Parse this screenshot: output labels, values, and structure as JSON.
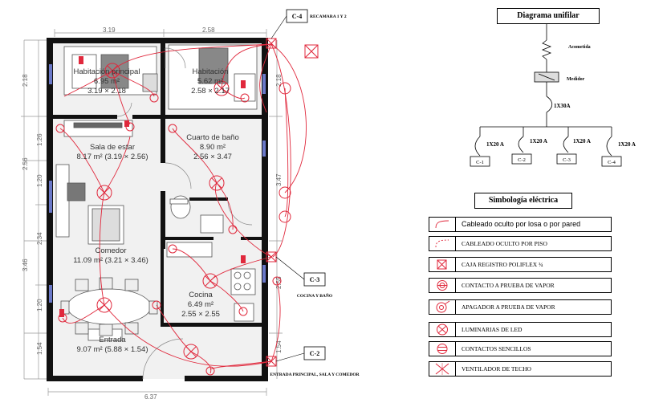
{
  "plan": {
    "dims_top": [
      "3.19",
      "2.58"
    ],
    "dims_left": [
      "2.18",
      "1.26",
      "2.56",
      "1.20",
      "2.34",
      "3.46",
      "1.20",
      "1.54"
    ],
    "dims_right": [
      "2.18",
      "3.47",
      "2.55",
      "1.54"
    ],
    "dim_bottom": "6.37",
    "rooms": [
      {
        "name": "Habitación principal",
        "area": "6.95 m²",
        "size": "3.19 × 2.18"
      },
      {
        "name": "Habitación",
        "area": "5.62 m²",
        "size": "2.58 × 2.17"
      },
      {
        "name": "Sala de estar",
        "area": "8.17 m² (3.19 × 2.56)",
        "size": ""
      },
      {
        "name": "Cuarto de baño",
        "area": "8.90 m²",
        "size": "2.56 × 3.47"
      },
      {
        "name": "Comedor",
        "area": "11.09 m² (3.21 × 3.46)",
        "size": ""
      },
      {
        "name": "Cocina",
        "area": "6.49 m²",
        "size": "2.55 × 2.55"
      },
      {
        "name": "Entrada",
        "area": "9.07 m² (5.88 × 1.54)",
        "size": ""
      }
    ],
    "circuits": [
      {
        "id": "C-4",
        "label": "RECAMARA 1 Y 2"
      },
      {
        "id": "C-3",
        "label": "COCINA Y BAÑO"
      },
      {
        "id": "C-2",
        "label": "ENTRADA PRINCIPAL, SALA Y COMEDOR"
      }
    ]
  },
  "unifilar": {
    "title": "Diagrama unifilar",
    "acometida": "Acometida",
    "medidor": "Medidor",
    "main_breaker": "1X30A",
    "branch_breakers": [
      "1X20 A",
      "1X20 A",
      "1X20 A",
      "1X20 A"
    ],
    "circuits": [
      "C-1",
      "C-2",
      "C-3",
      "C-4"
    ]
  },
  "legend": {
    "title": "Simbología eléctrica",
    "items": [
      {
        "label": "Cableado oculto por losa o por pared",
        "icon": "concealed-wiring-icon"
      },
      {
        "label": "CABLEADO OCULTO POR PISO",
        "icon": "floor-wiring-icon"
      },
      {
        "label": "CAJA REGISTRO POLIFLEX ¾",
        "icon": "junction-box-icon"
      },
      {
        "label": "CONTACTO A PRUEBA DE VAPOR",
        "icon": "vaporproof-outlet-icon"
      },
      {
        "label": "APAGADOR A PRUEBA DE VAPOR",
        "icon": "vaporproof-switch-icon"
      },
      {
        "label": "LUMINARIAS DE LED",
        "icon": "led-light-icon"
      },
      {
        "label": "CONTACTOS SENCILLOS",
        "icon": "simple-outlet-icon"
      },
      {
        "label": "VENTILADOR DE TECHO",
        "icon": "ceiling-fan-icon"
      }
    ]
  },
  "colors": {
    "wiring": "#e0283c",
    "wall": "#111111",
    "window": "#6a78c8",
    "grid": "#bbbbbb"
  }
}
